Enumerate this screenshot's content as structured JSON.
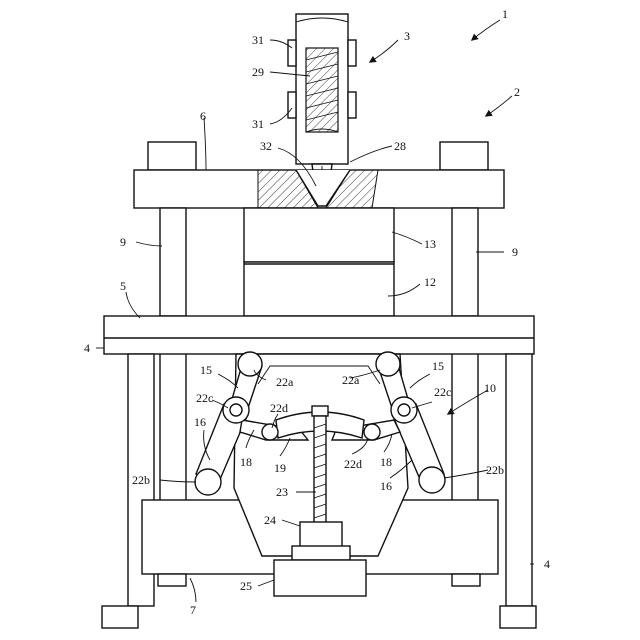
{
  "diagram": {
    "labels": {
      "n1": "1",
      "n2": "2",
      "n3": "3",
      "n4a": "4",
      "n4b": "4",
      "n5": "5",
      "n6": "6",
      "n7": "7",
      "n9a": "9",
      "n9b": "9",
      "n10": "10",
      "n12": "12",
      "n13": "13",
      "n15a": "15",
      "n15b": "15",
      "n16a": "16",
      "n16b": "16",
      "n18a": "18",
      "n18b": "18",
      "n19": "19",
      "n22aL": "22a",
      "n22aR": "22a",
      "n22bL": "22b",
      "n22bR": "22b",
      "n22cL": "22c",
      "n22cR": "22c",
      "n22dL": "22d",
      "n22dR": "22d",
      "n23": "23",
      "n24": "24",
      "n25": "25",
      "n28": "28",
      "n29": "29",
      "n31a": "31",
      "n31b": "31",
      "n32": "32"
    }
  }
}
